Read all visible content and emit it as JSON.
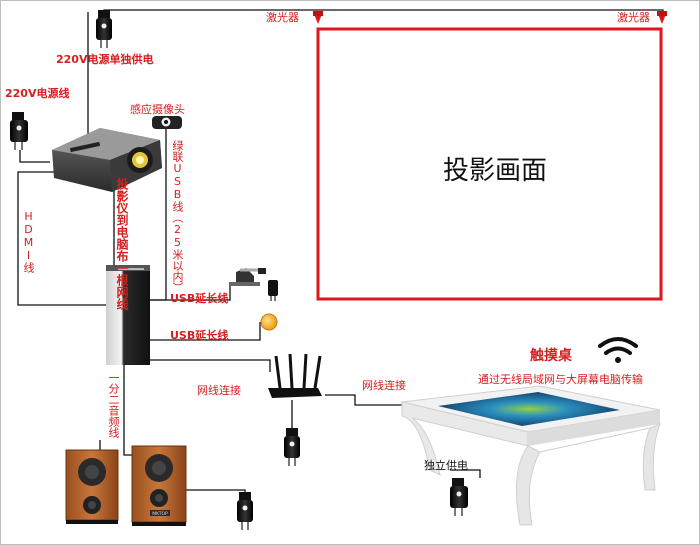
{
  "labels": {
    "laser_left": "激光器",
    "laser_right": "激光器",
    "power_single": "220V电源单独供电",
    "power_line": "220V电源线",
    "sensor_camera": "感应摄像头",
    "green_usb": "绿联USB线（25米以内）",
    "hdmi": "HDMI线",
    "proj_to_pc": "投影仪到电脑布一根网线",
    "usb_ext_1": "USB延长线",
    "usb_ext_2": "USB延长线",
    "net_conn_left": "网线连接",
    "net_conn_right": "网线连接",
    "audio": "一分二音频线",
    "touch_table": "触摸桌",
    "wireless_desc": "通过无线局域网与大屏幕电脑传输",
    "independent_power": "独立供电",
    "projection_screen": "投影画面",
    "speaker_brand": "MKTOP"
  },
  "colors": {
    "accent_red": "#d61f1f",
    "screen_border": "#e0151b",
    "line": "#111111"
  },
  "icons": [
    "power-plug-icon",
    "projector-icon",
    "camera-icon",
    "pc-tower-icon",
    "router-icon",
    "speaker-icon",
    "wifi-icon",
    "touch-table-icon",
    "laser-icon",
    "document-camera-icon",
    "usb-dongle-icon"
  ]
}
